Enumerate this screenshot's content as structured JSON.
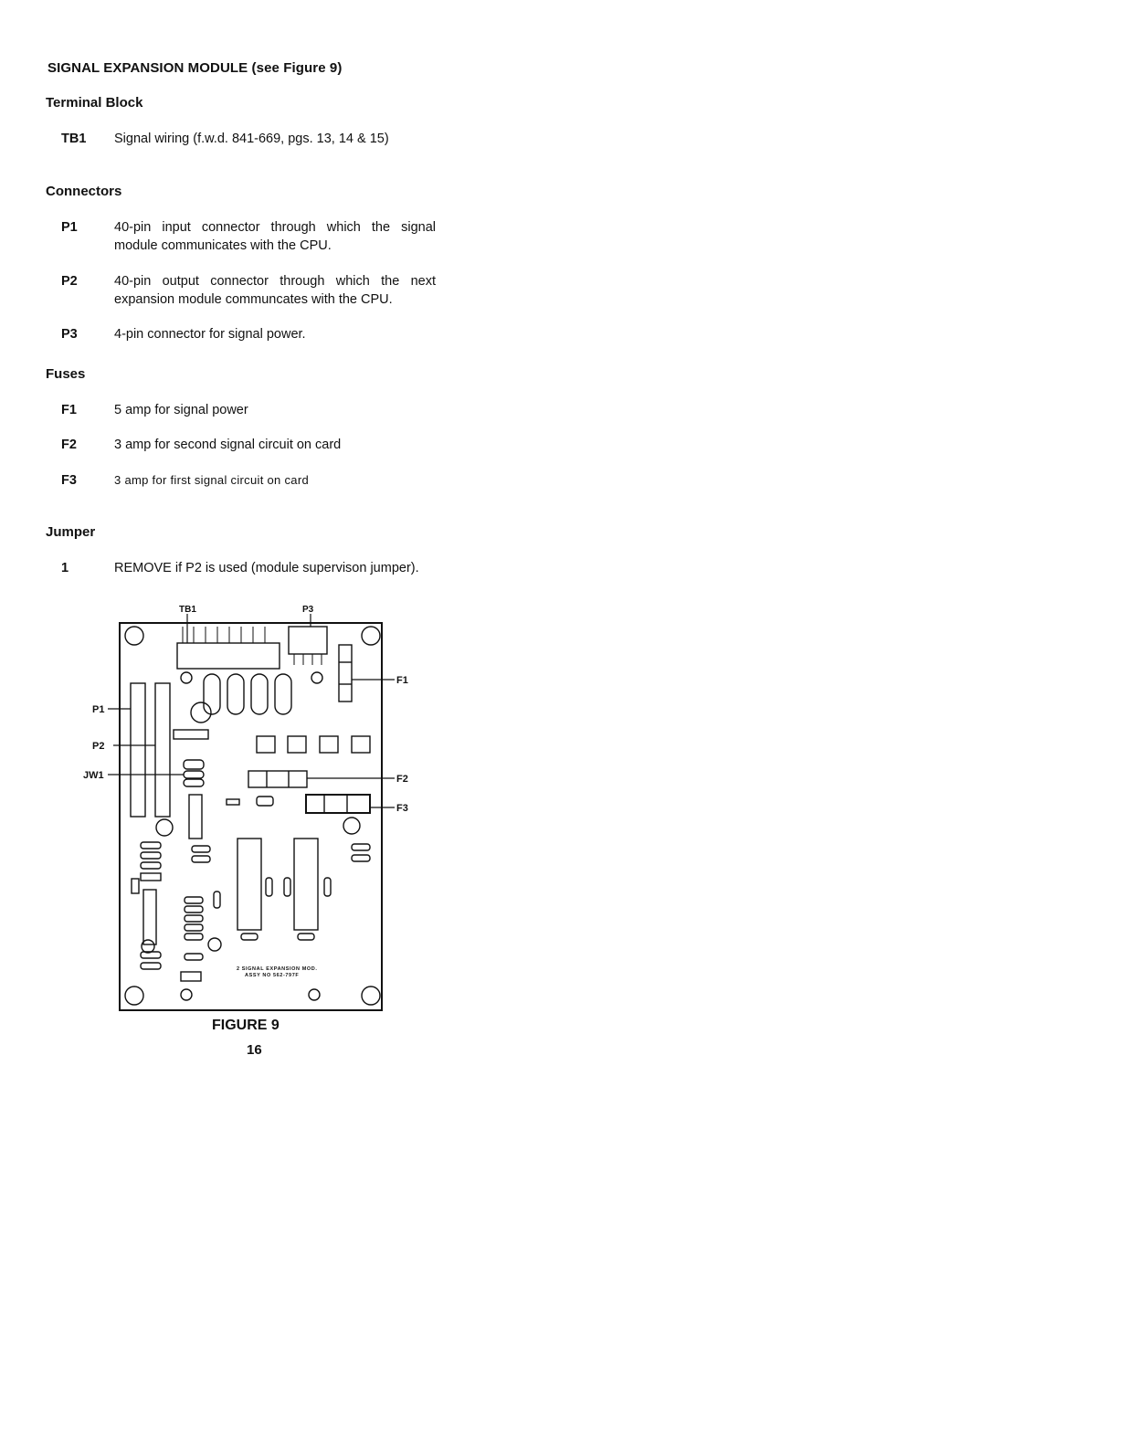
{
  "document": {
    "title": "SIGNAL EXPANSION MODULE (see Figure 9)",
    "sections": [
      {
        "heading": "Terminal Block",
        "entries": [
          {
            "label": "TB1",
            "text": "Signal wiring (f.w.d. 841-669, pgs. 13, 14 & 15)"
          }
        ]
      },
      {
        "heading": "Connectors",
        "entries": [
          {
            "label": "P1",
            "text": "40-pin input connector through which the signal module communicates with the CPU."
          },
          {
            "label": "P2",
            "text": "40-pin output connector through which the next expansion module communcates with the CPU."
          },
          {
            "label": "P3",
            "text": "4-pin connector for signal power."
          }
        ]
      },
      {
        "heading": "Fuses",
        "entries": [
          {
            "label": "F1",
            "text": "5 amp for signal power"
          },
          {
            "label": "F2",
            "text": "3 amp for second signal circuit on card"
          },
          {
            "label": "F3",
            "text": "3 amp for first signal circuit on card"
          }
        ]
      },
      {
        "heading": "Jumper",
        "entries": [
          {
            "label": "1",
            "text": "REMOVE if P2 is used (module supervison jumper)."
          }
        ]
      }
    ],
    "figure": {
      "callouts": {
        "tb1": "TB1",
        "p3": "P3",
        "f1": "F1",
        "f2": "F2",
        "f3": "F3",
        "p1": "P1",
        "p2": "P2",
        "jw1": "JW1"
      },
      "board_text": {
        "assy_line1": "2 SIGNAL EXPANSION MOD.",
        "assy_line2": "ASSY NO 562-797F"
      },
      "caption": "FIGURE 9"
    },
    "page_number": "16"
  }
}
